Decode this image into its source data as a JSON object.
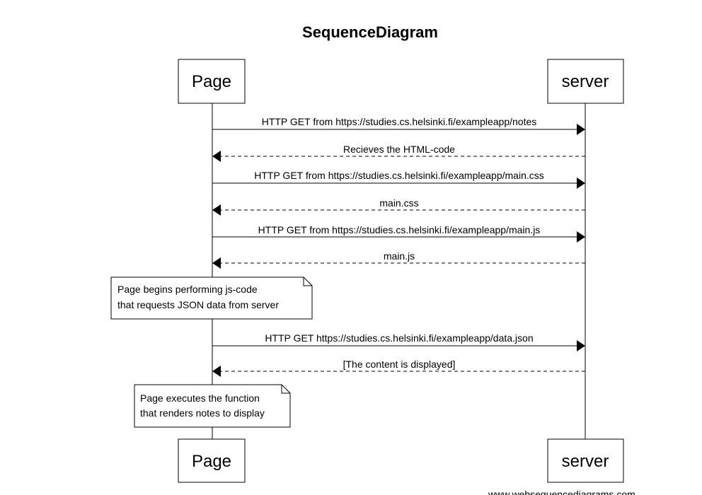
{
  "title": "SequenceDiagram",
  "participants": [
    {
      "id": "page",
      "label": "Page"
    },
    {
      "id": "server",
      "label": "server"
    }
  ],
  "messages": [
    {
      "from": "page",
      "to": "server",
      "style": "solid",
      "label": "HTTP GET from https://studies.cs.helsinki.fi/exampleapp/notes"
    },
    {
      "from": "server",
      "to": "page",
      "style": "dashed",
      "label": "Recieves the HTML-code"
    },
    {
      "from": "page",
      "to": "server",
      "style": "solid",
      "label": "HTTP GET  from https://studies.cs.helsinki.fi/exampleapp/main.css"
    },
    {
      "from": "server",
      "to": "page",
      "style": "dashed",
      "label": "main.css"
    },
    {
      "from": "page",
      "to": "server",
      "style": "solid",
      "label": "HTTP GET from https://studies.cs.helsinki.fi/exampleapp/main.js"
    },
    {
      "from": "server",
      "to": "page",
      "style": "dashed",
      "label": "main.js"
    },
    {
      "from": "page",
      "to": "server",
      "style": "solid",
      "label": "HTTP GET https://studies.cs.helsinki.fi/exampleapp/data.json"
    },
    {
      "from": "server",
      "to": "page",
      "style": "dashed",
      "label": "[The content is displayed]"
    }
  ],
  "notes": [
    {
      "over": "page",
      "lines": [
        "Page begins performing js-code",
        "that requests JSON data from server"
      ]
    },
    {
      "over": "page",
      "lines": [
        "Page executes the function",
        "that renders notes to display"
      ]
    }
  ],
  "footer": "www.websequencediagrams.com"
}
